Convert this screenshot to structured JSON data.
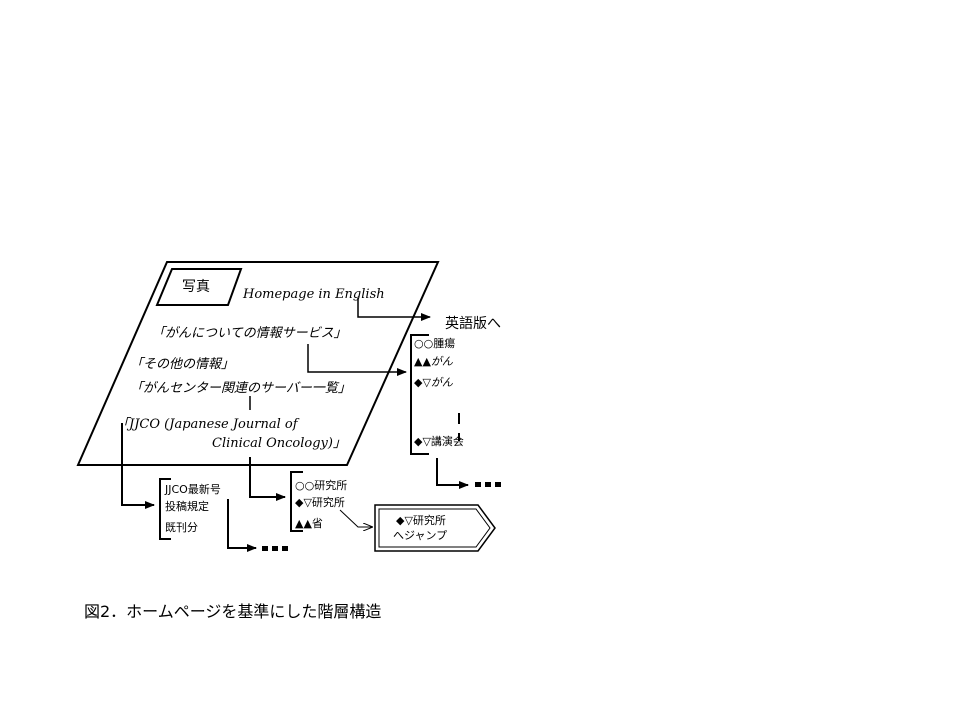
{
  "homepage": {
    "photo_label": "写真",
    "english_link": "Homepage in English",
    "cancer_info": "「がんについての情報サービス」",
    "other_info": "「その他の情報」",
    "server_list": "「がんセンター関連のサーバー一覧」",
    "jjco_line1": "「JJCO (Japanese Journal of",
    "jjco_line2": "Clinical Oncology)」"
  },
  "english_target": "英語版へ",
  "cancer_list": [
    "○○腫瘍",
    "▲▲がん",
    "◆▽がん",
    "◆▽講演会"
  ],
  "jjco_list": [
    "JJCO最新号",
    "投稿規定",
    "既刊分"
  ],
  "server_items": [
    "○○研究所",
    "◆▽研究所",
    "▲▲省"
  ],
  "jump_box": {
    "line1": "◆▽研究所",
    "line2": "へジャンプ"
  },
  "caption": "図2．ホームページを基準にした階層構造"
}
